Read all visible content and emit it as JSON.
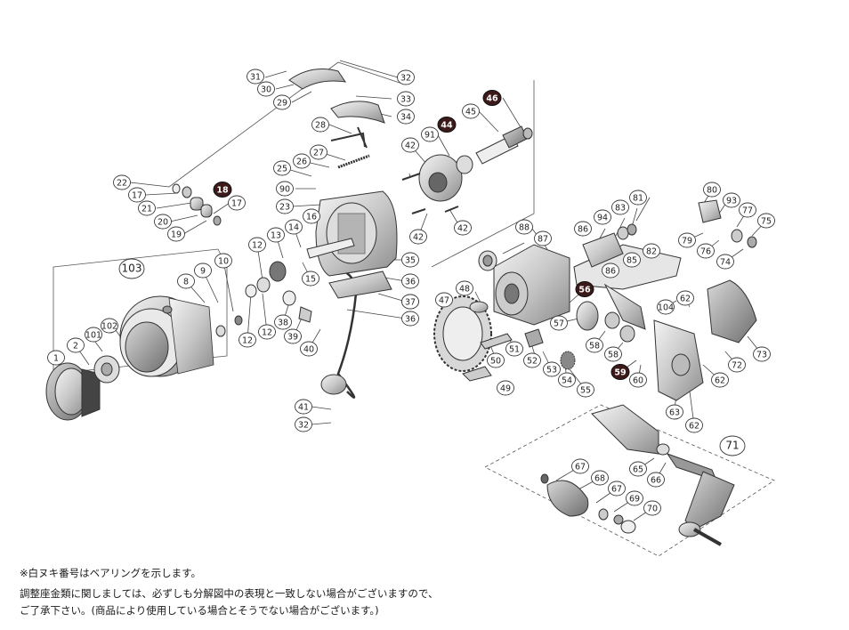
{
  "diagram": {
    "part_numbers": [
      "1",
      "2",
      "8",
      "9",
      "10",
      "12",
      "12",
      "12",
      "13",
      "14",
      "15",
      "16",
      "17",
      "17",
      "18",
      "19",
      "20",
      "21",
      "22",
      "23",
      "25",
      "26",
      "27",
      "28",
      "29",
      "30",
      "31",
      "32",
      "32",
      "33",
      "34",
      "35",
      "36",
      "36",
      "36",
      "37",
      "38",
      "39",
      "40",
      "41",
      "42",
      "42",
      "42",
      "44",
      "45",
      "46",
      "47",
      "48",
      "49",
      "50",
      "51",
      "52",
      "53",
      "54",
      "55",
      "56",
      "57",
      "58",
      "58",
      "59",
      "60",
      "62",
      "62",
      "62",
      "63",
      "65",
      "66",
      "67",
      "67",
      "68",
      "69",
      "70",
      "71",
      "72",
      "73",
      "74",
      "75",
      "76",
      "77",
      "79",
      "80",
      "81",
      "82",
      "83",
      "85",
      "86",
      "86",
      "87",
      "88",
      "90",
      "91",
      "93",
      "94",
      "101",
      "102",
      "103",
      "104"
    ],
    "highlighted_parts": [
      "18",
      "44",
      "46",
      "56",
      "59"
    ],
    "colors": {
      "line": "#3a3a3a",
      "highlight_fill": "#3d1a1a",
      "label_fill": "#ffffff",
      "part_shade": "#bdbdbd",
      "part_light": "#eeeeee"
    }
  },
  "notes": {
    "line1": "※白ヌキ番号はベアリングを示します。",
    "line2": "調整座金類に関しましては、必ずしも分解図中の表現と一致しない場合がございますので、",
    "line3": "ご了承下さい。(商品により使用している場合とそうでない場合がございます。)"
  }
}
